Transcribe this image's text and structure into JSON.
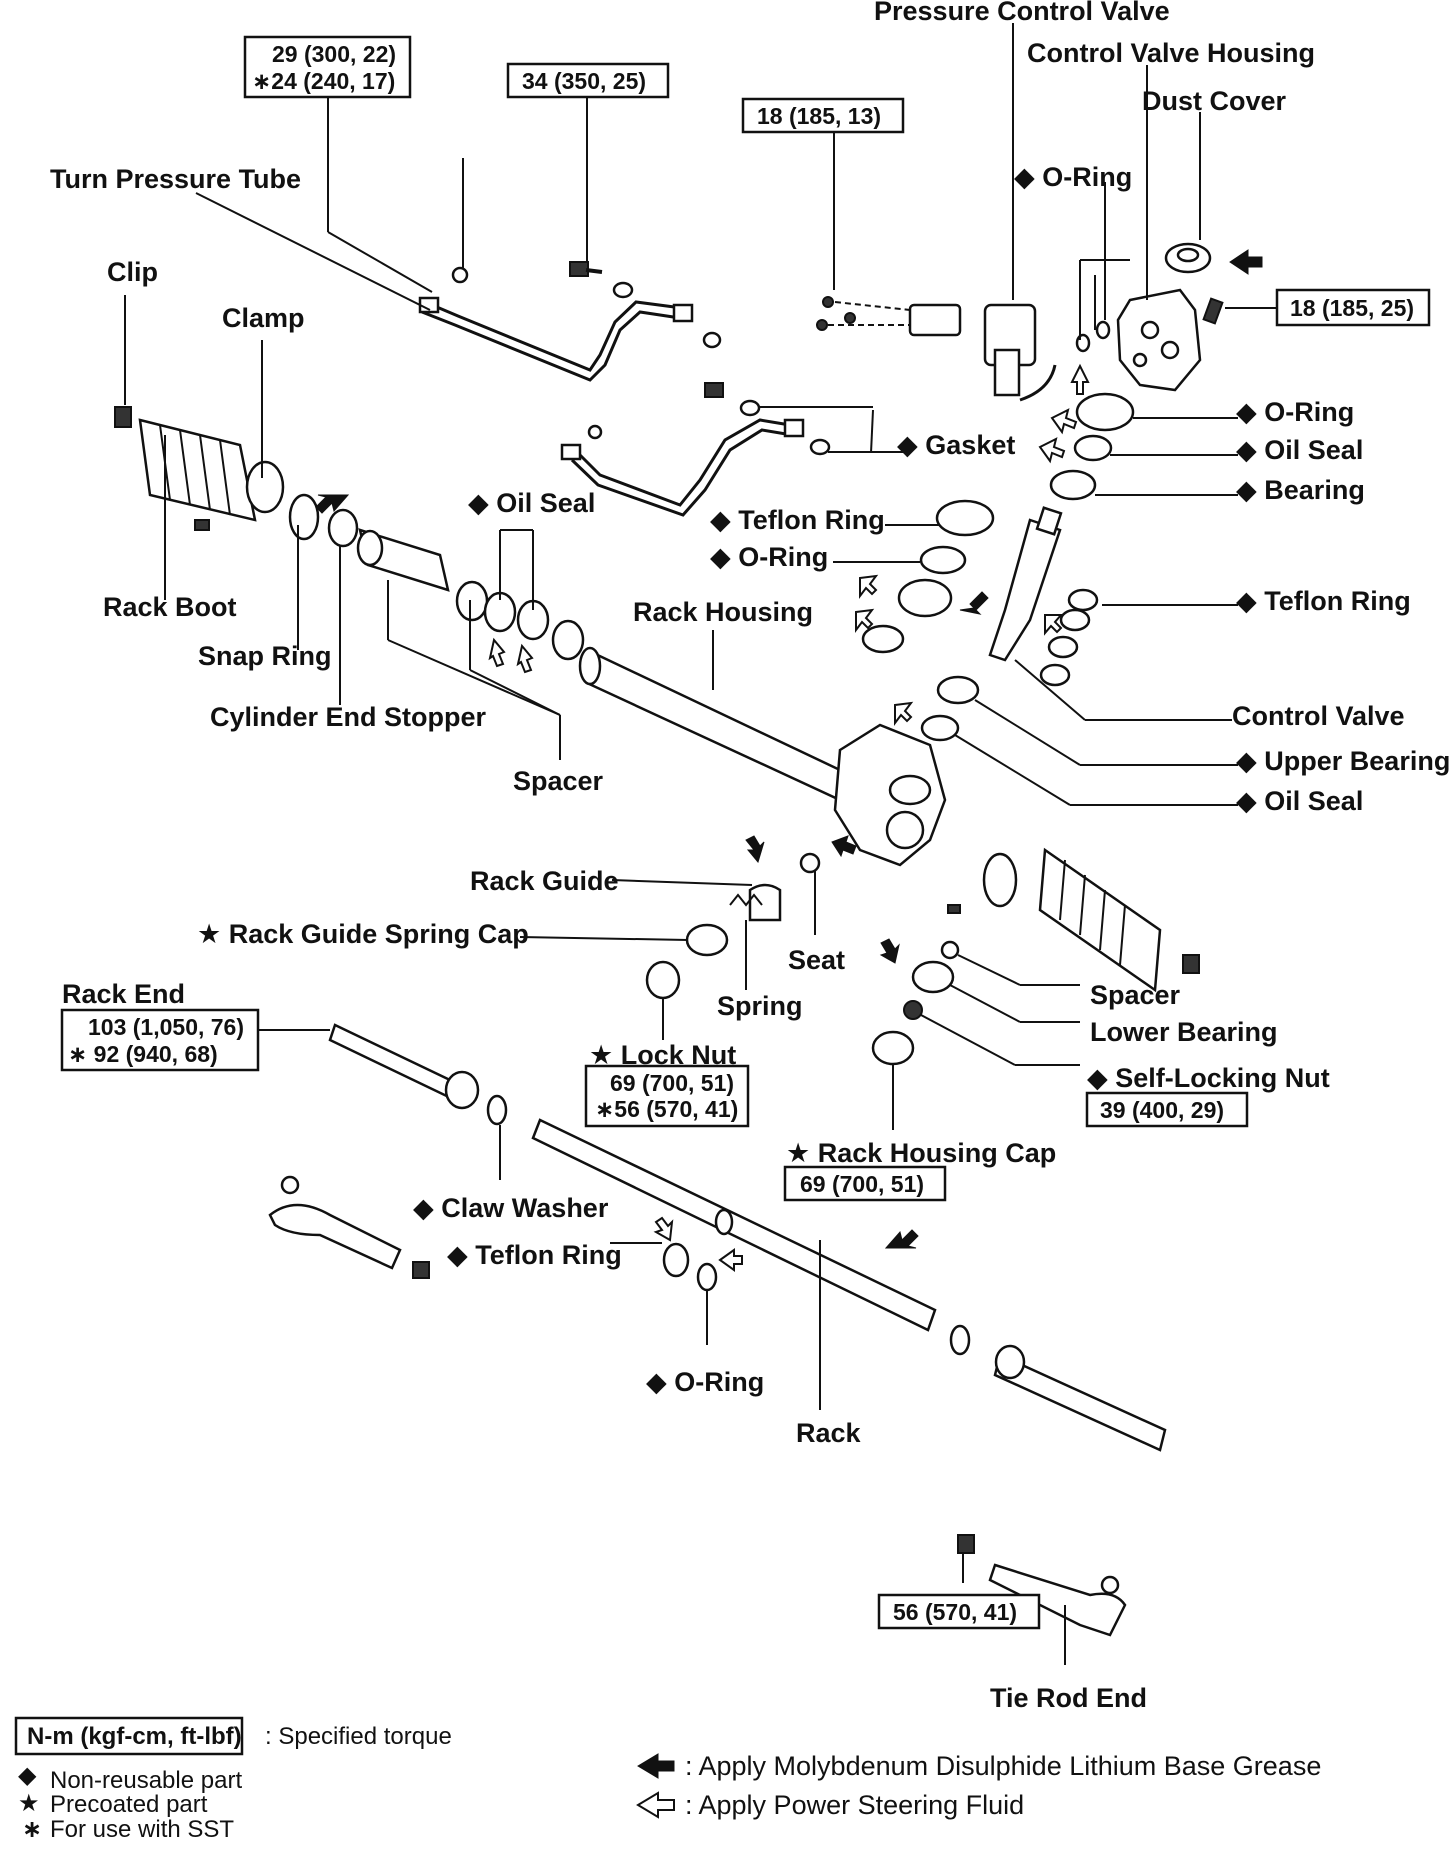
{
  "labels": {
    "pressure_control_valve": "Pressure Control Valve",
    "control_valve_housing": "Control Valve Housing",
    "dust_cover": "Dust Cover",
    "o_ring_top": "O-Ring",
    "turn_pressure_tube": "Turn Pressure Tube",
    "clip": "Clip",
    "clamp": "Clamp",
    "rack_boot": "Rack Boot",
    "snap_ring": "Snap Ring",
    "cylinder_end_stopper": "Cylinder End Stopper",
    "oil_seal_left": "Oil Seal",
    "spacer_left": "Spacer",
    "gasket": "Gasket",
    "o_ring_right": "O-Ring",
    "oil_seal_right": "Oil Seal",
    "bearing": "Bearing",
    "teflon_ring_center": "Teflon Ring",
    "o_ring_center": "O-Ring",
    "teflon_ring_right": "Teflon Ring",
    "rack_housing": "Rack Housing",
    "control_valve": "Control Valve",
    "upper_bearing": "Upper Bearing",
    "oil_seal_lower": "Oil Seal",
    "rack_guide": "Rack Guide",
    "rack_guide_spring_cap": "Rack Guide Spring Cap",
    "seat": "Seat",
    "spring": "Spring",
    "spacer_right": "Spacer",
    "lower_bearing": "Lower Bearing",
    "self_locking_nut": "Self-Locking Nut",
    "lock_nut": "Lock Nut",
    "rack_end": "Rack End",
    "rack_housing_cap": "Rack Housing Cap",
    "claw_washer": "Claw Washer",
    "teflon_ring_lower": "Teflon Ring",
    "o_ring_lower": "O-Ring",
    "rack": "Rack",
    "tie_rod_end": "Tie Rod End"
  },
  "torques": {
    "turn_tube": [
      "29 (300, 22)",
      "∗24 (240, 17)"
    ],
    "union_bolt": "34 (350, 25)",
    "pcv_bolt": "18 (185, 13)",
    "housing_bolt": "18 (185, 25)",
    "rack_end": [
      "103 (1,050, 76)",
      "∗  92 (940, 68)"
    ],
    "lock_nut": [
      "69 (700, 51)",
      "∗56 (570, 41)"
    ],
    "self_locking_nut": "39 (400, 29)",
    "rack_housing_cap": "69 (700, 51)",
    "tie_rod_nut": "56 (570, 41)"
  },
  "symbols": {
    "non_reusable": "◆",
    "precoated": "★",
    "sst": "∗"
  },
  "legend": {
    "torque_units": "N-m  (kgf-cm, ft-lbf)",
    "specified_torque": ": Specified torque",
    "non_reusable": "Non-reusable part",
    "precoated": "Precoated part",
    "sst": "For use with SST",
    "grease": ": Apply Molybdenum Disulphide Lithium Base Grease",
    "fluid": ": Apply Power Steering Fluid"
  }
}
